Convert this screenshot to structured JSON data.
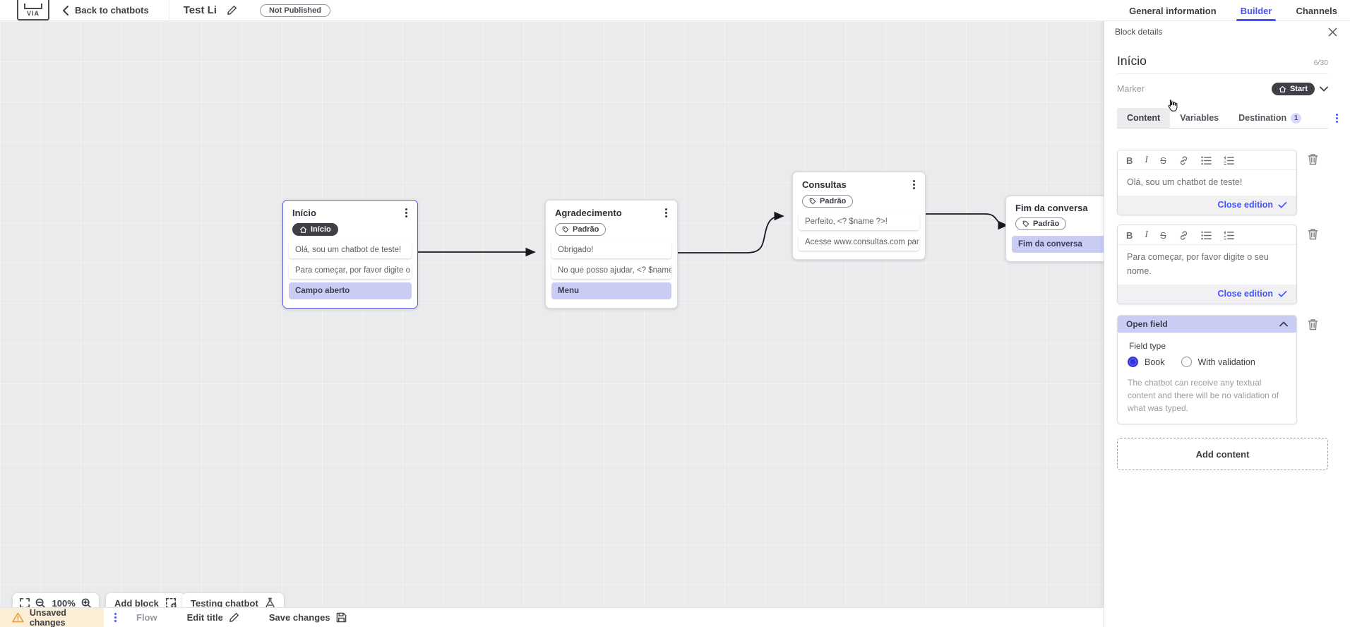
{
  "topbar": {
    "back_label": "Back to chatbots",
    "title": "Test Li",
    "status_badge": "Not Published",
    "tabs": [
      {
        "label": "General information",
        "active": false
      },
      {
        "label": "Builder",
        "active": true
      },
      {
        "label": "Channels",
        "active": false
      }
    ]
  },
  "canvas": {
    "blocks": [
      {
        "title": "Início",
        "marker": "Início",
        "rows": [
          {
            "text": "Olá, sou um chatbot de teste!"
          },
          {
            "text": "Para começar, por favor digite o ..."
          },
          {
            "text": "Campo aberto"
          }
        ]
      },
      {
        "title": "Agradecimento",
        "marker": "Padrão",
        "rows": [
          {
            "text": "Obrigado!"
          },
          {
            "text": "No que posso ajudar, <? $name ..."
          },
          {
            "text": "Menu"
          }
        ]
      },
      {
        "title": "Consultas",
        "marker": "Padrão",
        "rows": [
          {
            "text": "Perfeito, <? $name ?>!"
          },
          {
            "text": "Acesse www.consultas.com par..."
          }
        ]
      },
      {
        "title": "Fim da conversa",
        "marker": "Padrão",
        "rows": [
          {
            "text": "Fim da conversa"
          }
        ]
      }
    ],
    "toolbar": {
      "zoom_level": "100%",
      "add_block_label": "Add block",
      "testing_label": "Testing chatbot"
    }
  },
  "panel": {
    "header": "Block details",
    "block_name": "Início",
    "char_counter": "6/30",
    "marker_label": "Marker",
    "marker_value": "Start",
    "tabs": [
      {
        "label": "Content",
        "active": true
      },
      {
        "label": "Variables",
        "active": false
      },
      {
        "label": "Destination",
        "active": false,
        "badge": "1"
      }
    ],
    "editors": [
      {
        "text": "Olá, sou um chatbot de teste!",
        "close_label": "Close edition"
      },
      {
        "text": "Para começar, por favor digite o seu nome.",
        "close_label": "Close edition"
      }
    ],
    "open_field": {
      "title": "Open field",
      "field_type_label": "Field type",
      "options": [
        {
          "label": "Book",
          "selected": true
        },
        {
          "label": "With validation",
          "selected": false
        }
      ],
      "help_text": "The chatbot can receive any textual content and there will be no validation of what was typed."
    },
    "add_content_label": "Add content"
  },
  "statusbar": {
    "unsaved_label": "Unsaved changes",
    "flow_label": "Flow",
    "edit_title_label": "Edit title",
    "save_label": "Save changes"
  },
  "colors": {
    "accent_blue": "#4353ff",
    "selected_border": "#5d5fd8",
    "purple_row": "#c9cdf4",
    "dark_pill": "#3f3f47",
    "canvas_bg": "#ebebed",
    "warning_bg": "#fbeed7",
    "warning_icon": "#e6a23c",
    "destination_badge_bg": "#dad8f8"
  }
}
